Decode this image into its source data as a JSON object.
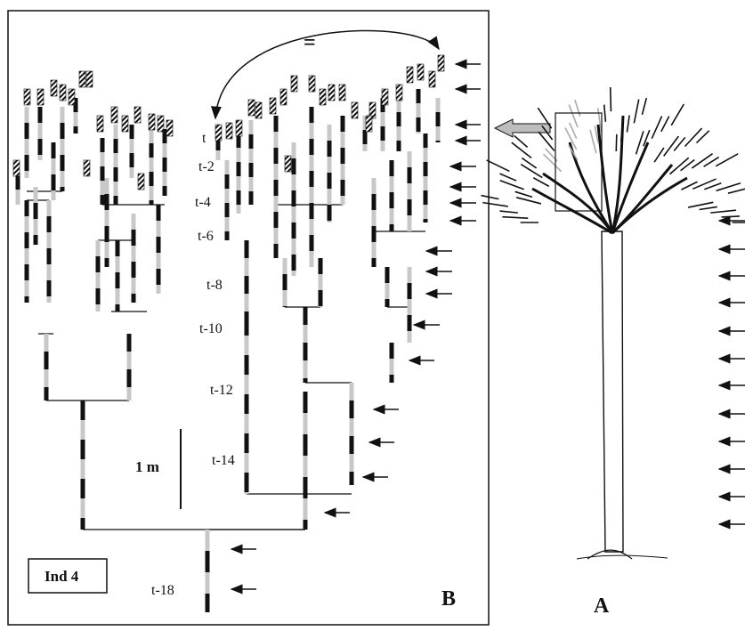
{
  "panel_b": {
    "label": "B",
    "individual_label": "Ind 4",
    "scale_label": "1 m",
    "equal_sign": "=",
    "time_labels": [
      "t",
      "t-2",
      "t-4",
      "t-6",
      "t-8",
      "t-10",
      "t-12",
      "t-14",
      "t-18"
    ]
  },
  "panel_a": {
    "label": "A"
  },
  "colors": {
    "ink": "#111111",
    "segment_dark": "#111111",
    "segment_light": "#c8c8c8",
    "highlight_branch": "#aaaaaa"
  }
}
